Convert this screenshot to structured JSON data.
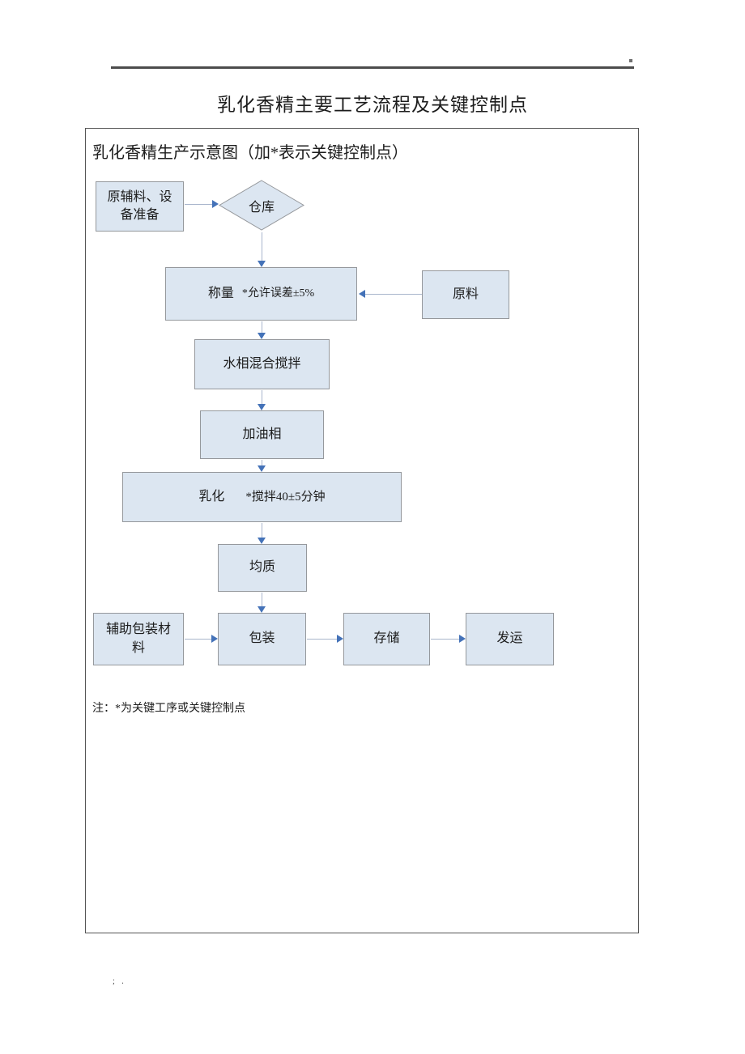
{
  "page": {
    "title": "乳化香精主要工艺流程及关键控制点",
    "footer_marks": "; .",
    "diagram": {
      "subtitle": "乳化香精生产示意图（加*表示关键控制点）",
      "note": "注：*为关键工序或关键控制点"
    }
  },
  "flowchart": {
    "nodes": [
      {
        "id": "prep",
        "shape": "rect",
        "label": "原辅料、设备准备"
      },
      {
        "id": "warehouse",
        "shape": "diamond",
        "label": "仓库"
      },
      {
        "id": "weigh",
        "shape": "rect",
        "label": "称量",
        "annotation": "*允许误差±5%"
      },
      {
        "id": "raw-material",
        "shape": "rect",
        "label": "原料"
      },
      {
        "id": "water-phase-mix",
        "shape": "rect",
        "label": "水相混合搅拌"
      },
      {
        "id": "add-oil-phase",
        "shape": "rect",
        "label": "加油相"
      },
      {
        "id": "emulsify",
        "shape": "rect",
        "label": "乳化",
        "annotation": "*搅拌40±5分钟"
      },
      {
        "id": "homogenize",
        "shape": "rect",
        "label": "均质"
      },
      {
        "id": "aux-packaging",
        "shape": "rect",
        "label": "辅助包装材料"
      },
      {
        "id": "pack",
        "shape": "rect",
        "label": "包装"
      },
      {
        "id": "store",
        "shape": "rect",
        "label": "存储"
      },
      {
        "id": "ship",
        "shape": "rect",
        "label": "发运"
      }
    ],
    "edges": [
      "prep→warehouse",
      "warehouse→weigh",
      "raw-material→weigh",
      "weigh→water-phase-mix",
      "water-phase-mix→add-oil-phase",
      "add-oil-phase→emulsify",
      "emulsify→homogenize",
      "homogenize→pack",
      "aux-packaging→pack",
      "pack→store",
      "store→ship"
    ],
    "colors": {
      "node_fill": "#dce6f1",
      "node_border": "#95989c",
      "arrow_line": "#a9b6cc",
      "arrow_head": "#4472b8"
    }
  }
}
